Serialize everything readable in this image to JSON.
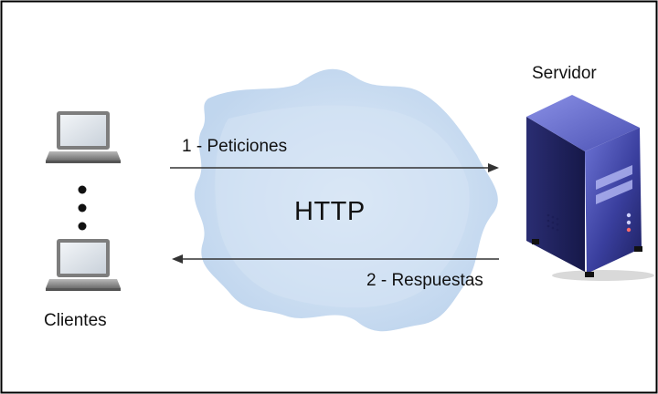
{
  "diagram": {
    "server_label": "Servidor",
    "request_label": "1 - Peticiones",
    "protocol_label": "HTTP",
    "response_label": "2 - Respuestas",
    "clients_label": "Clientes"
  },
  "colors": {
    "cloud": "#c9ddf2",
    "arrow": "#333333",
    "server_body": "#3b3f96",
    "laptop_frame": "#8a8a8a",
    "laptop_screen": "#dfe5ec",
    "border": "#000000"
  },
  "icons": [
    "laptop-icon",
    "server-icon",
    "cloud-icon",
    "arrow-right-icon",
    "arrow-left-icon"
  ]
}
